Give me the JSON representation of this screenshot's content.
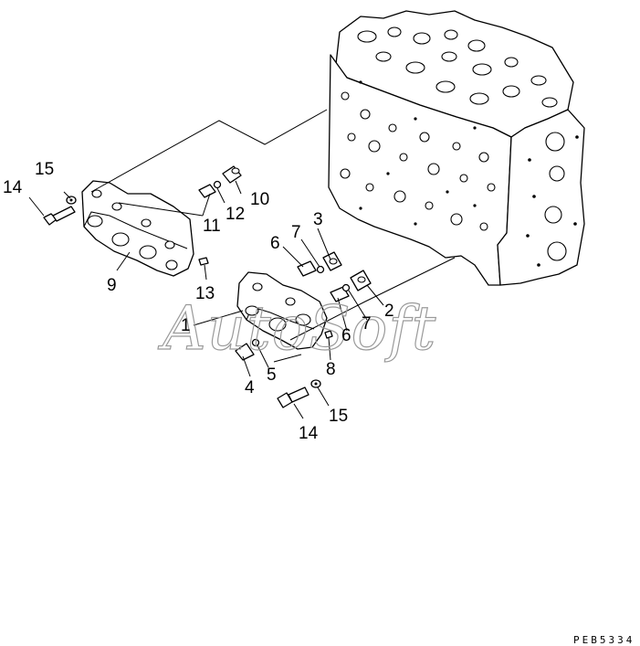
{
  "diagram": {
    "part_labels": [
      "1",
      "2",
      "3",
      "4",
      "5",
      "6",
      "6",
      "7",
      "7",
      "8",
      "9",
      "10",
      "11",
      "12",
      "13",
      "14",
      "14",
      "15",
      "15"
    ],
    "watermark": "AutoSoft",
    "drawing_code": "PEB5334"
  }
}
